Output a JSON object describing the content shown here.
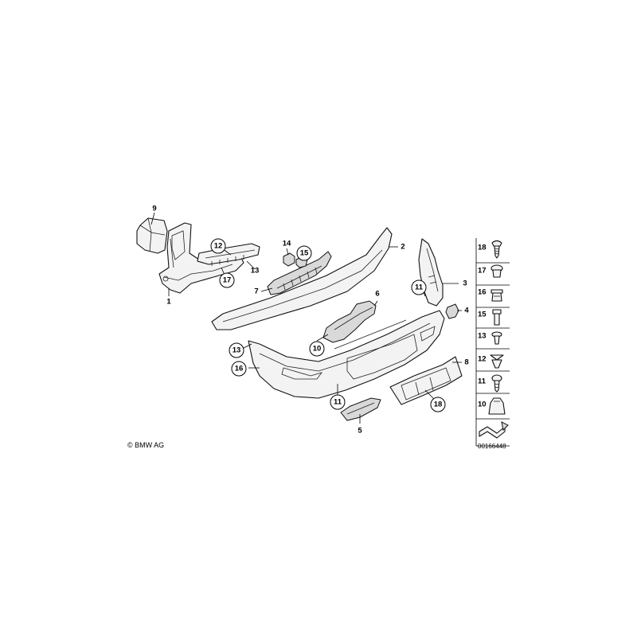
{
  "callouts": {
    "c1": "1",
    "c2": "2",
    "c3": "3",
    "c4": "4",
    "c5": "5",
    "c6": "6",
    "c7": "7",
    "c8": "8",
    "c9": "9",
    "c10": "10",
    "c11a": "11",
    "c11b": "11",
    "c12": "12",
    "c13a": "13",
    "c13b": "13",
    "c14": "14",
    "c15": "15",
    "c16": "16",
    "c17": "17",
    "c18": "18"
  },
  "legend": {
    "items": [
      "18",
      "17",
      "16",
      "15",
      "13",
      "12",
      "11",
      "10"
    ]
  },
  "copyright": "© BMW AG",
  "diagram_number": "00166448"
}
